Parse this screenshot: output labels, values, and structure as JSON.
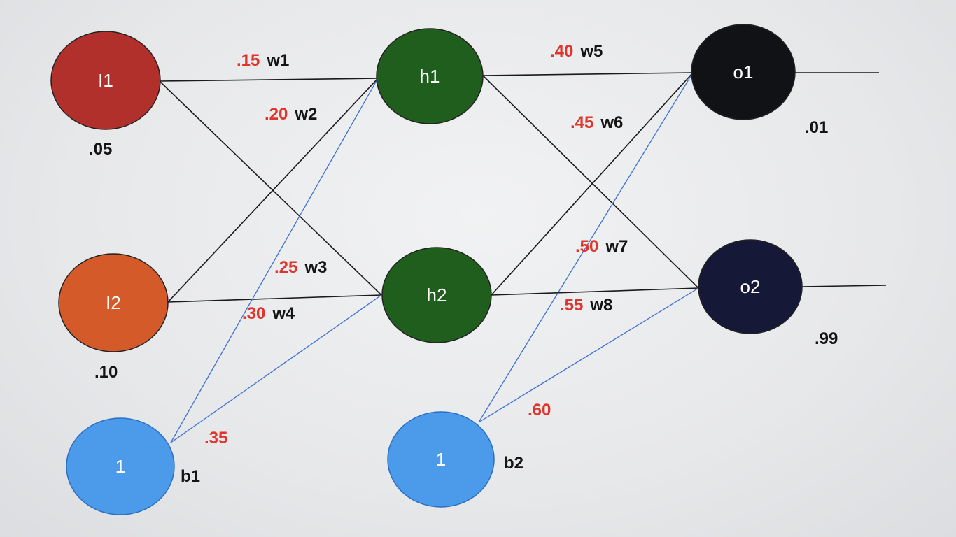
{
  "colors": {
    "input_i1": "#b2302c",
    "input_i2": "#d45a2a",
    "hidden": "#1f5e1c",
    "output": "#111216",
    "output_o2": "#151836",
    "bias": "#4b9bea",
    "weight_value": "#e0342c",
    "edge_black": "#1a1a1a",
    "edge_blue": "#3d6fd0"
  },
  "nodes": {
    "i1": "I1",
    "i2": "I2",
    "h1": "h1",
    "h2": "h2",
    "o1": "o1",
    "o2": "o2",
    "b1_node": "1",
    "b2_node": "1"
  },
  "values": {
    "i1": ".05",
    "i2": ".10",
    "o1_target": ".01",
    "o2_target": ".99"
  },
  "bias_names": {
    "b1": "b1",
    "b2": "b2"
  },
  "weights": {
    "w1": {
      "value": ".15",
      "name": "w1"
    },
    "w2": {
      "value": ".20",
      "name": "w2"
    },
    "w3": {
      "value": ".25",
      "name": "w3"
    },
    "w4": {
      "value": ".30",
      "name": "w4"
    },
    "w5": {
      "value": ".40",
      "name": "w5"
    },
    "w6": {
      "value": ".45",
      "name": "w6"
    },
    "w7": {
      "value": ".50",
      "name": "w7"
    },
    "w8": {
      "value": ".55",
      "name": "w8"
    },
    "b1": {
      "value": ".35"
    },
    "b2": {
      "value": ".60"
    }
  }
}
